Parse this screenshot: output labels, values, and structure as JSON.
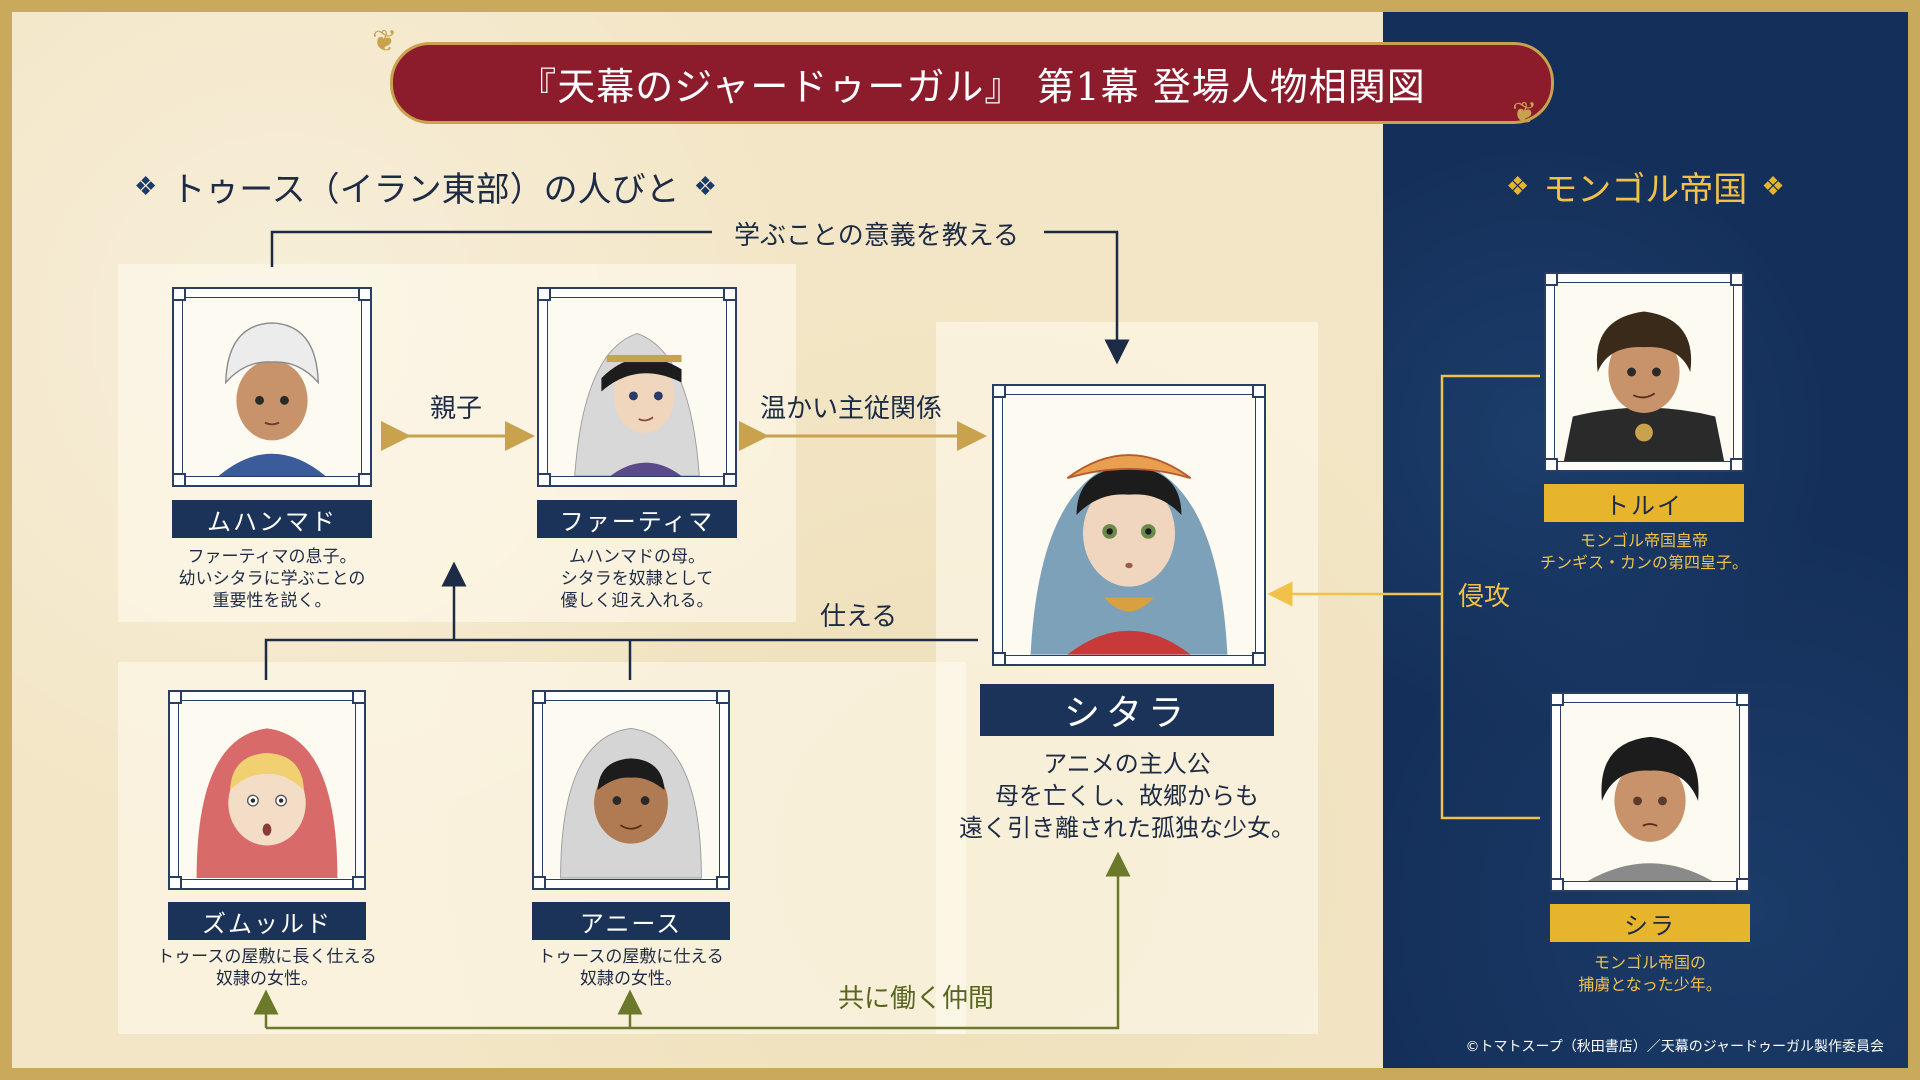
{
  "title": "『天幕のジャードゥーガル』 第1幕 登場人物相関図",
  "sections": {
    "tus": "トゥース（イラン東部）の人びと",
    "mongol": "モンゴル帝国"
  },
  "relations": {
    "teach": "学ぶことの意義を教える",
    "parent_child": "親子",
    "warm_master": "温かい主従関係",
    "serve": "仕える",
    "coworkers": "共に働く仲間",
    "invade": "侵攻"
  },
  "characters": {
    "muhammad": {
      "name": "ムハンマド",
      "desc_lines": [
        "ファーティマの息子。",
        "幼いシタラに学ぶことの",
        "重要性を説く。"
      ]
    },
    "fatima": {
      "name": "ファーティマ",
      "desc_lines": [
        "ムハンマドの母。",
        "シタラを奴隷として",
        "優しく迎え入れる。"
      ]
    },
    "sitara": {
      "name": "シタラ",
      "desc_lines": [
        "アニメの主人公",
        "母を亡くし、故郷からも",
        "遠く引き離された孤独な少女。"
      ]
    },
    "zumurrud": {
      "name": "ズムッルド",
      "desc_lines": [
        "トゥースの屋敷に長く仕える",
        "奴隷の女性。"
      ]
    },
    "anis": {
      "name": "アニース",
      "desc_lines": [
        "トゥースの屋敷に仕える",
        "奴隷の女性。"
      ]
    },
    "tolui": {
      "name": "トルイ",
      "desc_lines": [
        "モンゴル帝国皇帝",
        "チンギス・カンの第四皇子。"
      ]
    },
    "shira": {
      "name": "シラ",
      "desc_lines": [
        "モンゴル帝国の",
        "捕虜となった少年。"
      ]
    }
  },
  "copyright": "©トマトスープ（秋田書店）／天幕のジャードゥーガル製作委員会",
  "colors": {
    "navy": "#1b3358",
    "crimson": "#8c1b2c",
    "gold": "#e6b52c",
    "green": "#6b7a2a",
    "cream": "#f3e6c6",
    "right_bg": "#14305a"
  }
}
